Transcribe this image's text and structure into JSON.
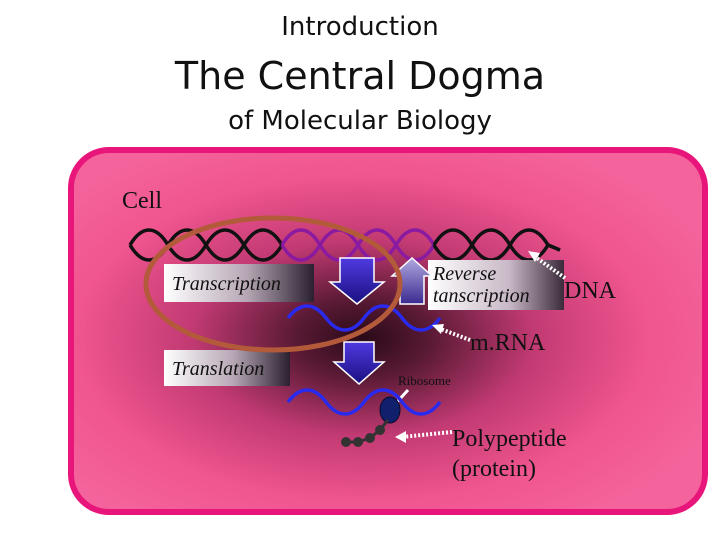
{
  "slide": {
    "kicker": "Introduction",
    "title": "The Central Dogma",
    "subtitle": "of Molecular Biology"
  },
  "diagram": {
    "cell_label": "Cell",
    "transcription_label": "Transcription",
    "translation_label": "Translation",
    "reverse_label_line1": "Reverse",
    "reverse_label_line2": "tanscription",
    "dna_label": "DNA",
    "mrna_label": "m.RNA",
    "ribosome_label": "Ribosome",
    "polypeptide_label_line1": "Polypeptide",
    "polypeptide_label_line2": "(protein)"
  },
  "colors": {
    "cell_fill": "#f0558f",
    "cell_border": "#e8157a",
    "dna_black": "#111111",
    "dna_purple": "#8a1aa0",
    "rna_blue": "#2a2aee",
    "highlight_ellipse": "#b35a3a"
  }
}
